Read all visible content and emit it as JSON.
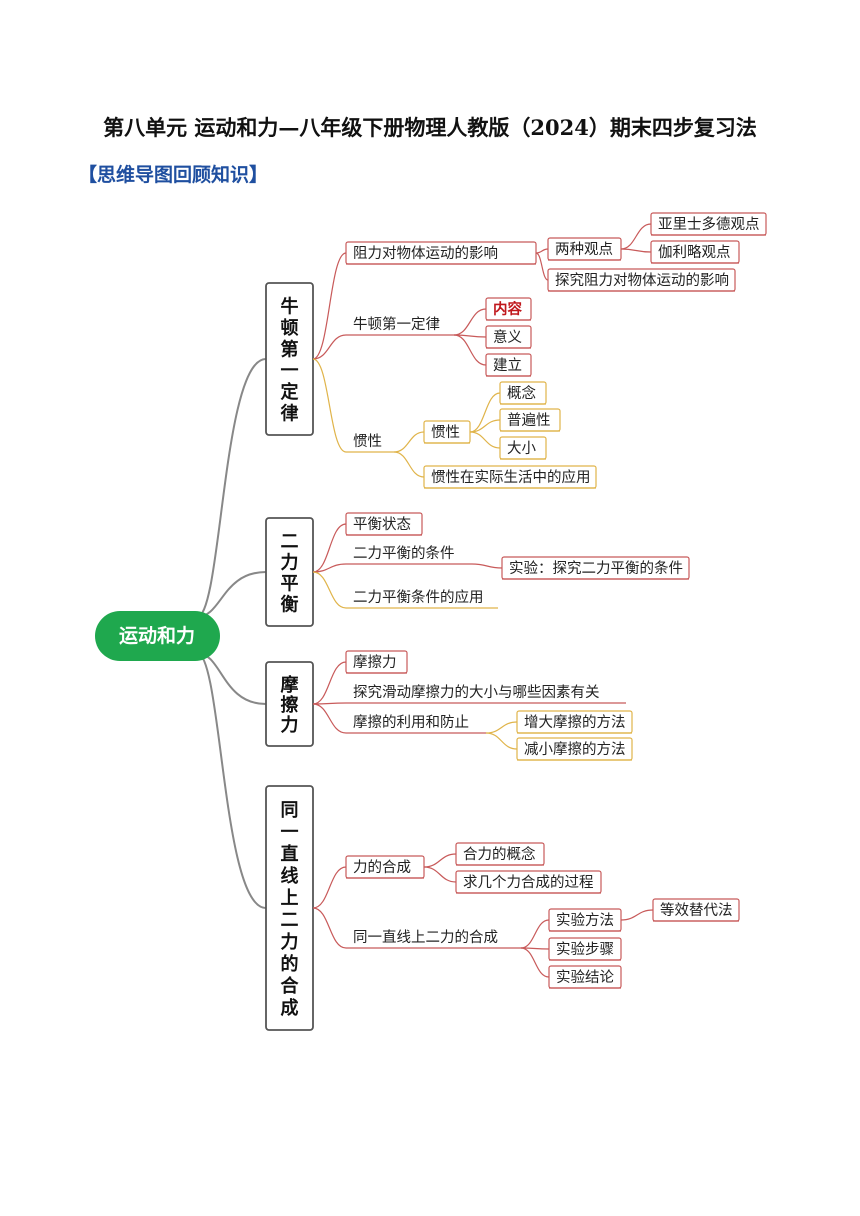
{
  "title": "第八单元 运动和力—八年级下册物理人教版（2024）期末四步复习法",
  "subtitle": "【思维导图回顾知识】",
  "colors": {
    "root_fill": "#1fa84e",
    "trunk": "#888888",
    "red": "#c85a5a",
    "yellow": "#e0b44a",
    "highlight_text": "#c0181d",
    "subtitle": "#1f4fa0"
  },
  "mindmap": {
    "root": "运动和力",
    "categories": [
      {
        "label": "牛顿第一定律",
        "children": [
          {
            "label": "阻力对物体运动的影响",
            "children": [
              {
                "label": "两种观点",
                "children": [
                  {
                    "label": "亚里士多德观点"
                  },
                  {
                    "label": "伽利略观点"
                  }
                ]
              },
              {
                "label": "探究阻力对物体运动的影响"
              }
            ]
          },
          {
            "label": "牛顿第一定律",
            "children": [
              {
                "label": "内容"
              },
              {
                "label": "意义"
              },
              {
                "label": "建立"
              }
            ]
          },
          {
            "label": "惯性",
            "children": [
              {
                "label": "惯性",
                "children": [
                  {
                    "label": "概念"
                  },
                  {
                    "label": "普遍性"
                  },
                  {
                    "label": "大小"
                  }
                ]
              },
              {
                "label": "惯性在实际生活中的应用"
              }
            ]
          }
        ]
      },
      {
        "label": "二力平衡",
        "children": [
          {
            "label": "平衡状态"
          },
          {
            "label": "二力平衡的条件",
            "children": [
              {
                "label": "实验：探究二力平衡的条件"
              }
            ]
          },
          {
            "label": "二力平衡条件的应用"
          }
        ]
      },
      {
        "label": "摩擦力",
        "children": [
          {
            "label": "摩擦力"
          },
          {
            "label": "探究滑动摩擦力的大小与哪些因素有关"
          },
          {
            "label": "摩擦的利用和防止",
            "children": [
              {
                "label": "增大摩擦的方法"
              },
              {
                "label": "减小摩擦的方法"
              }
            ]
          }
        ]
      },
      {
        "label": "同一直线上二力的合成",
        "children": [
          {
            "label": "力的合成",
            "children": [
              {
                "label": "合力的概念"
              },
              {
                "label": "求几个力合成的过程"
              }
            ]
          },
          {
            "label": "同一直线上二力的合成",
            "children": [
              {
                "label": "实验方法",
                "children": [
                  {
                    "label": "等效替代法"
                  }
                ]
              },
              {
                "label": "实验步骤"
              },
              {
                "label": "实验结论"
              }
            ]
          }
        ]
      }
    ]
  }
}
